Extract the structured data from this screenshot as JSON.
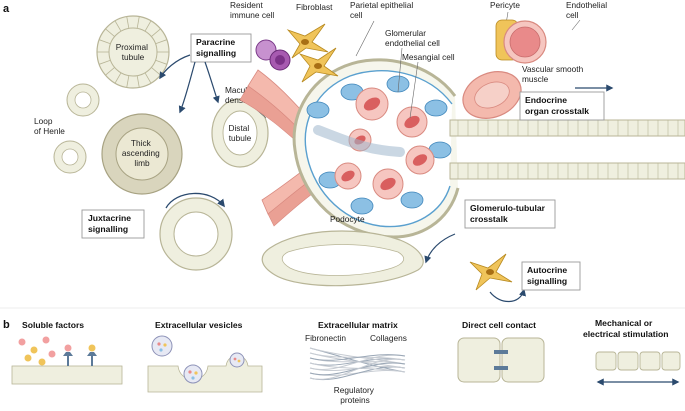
{
  "panels": {
    "a": "a",
    "b": "b"
  },
  "labels": {
    "proximal_tubule": [
      "Proximal",
      "tubule"
    ],
    "loop_of_henle": [
      "Loop",
      "of Henle"
    ],
    "thick_ascending_limb": [
      "Thick",
      "ascending",
      "limb"
    ],
    "distal_tubule": [
      "Distal",
      "tubule"
    ],
    "macula_densa": [
      "Macula",
      "densa"
    ],
    "resident_immune_cell": [
      "Resident",
      "immune cell"
    ],
    "fibroblast": "Fibroblast",
    "parietal_epithelial_cell": [
      "Parietal epithelial",
      "cell"
    ],
    "glomerular_endothelial_cell": [
      "Glomerular",
      "endothelial cell"
    ],
    "mesangial_cell": "Mesangial cell",
    "pericyte": "Pericyte",
    "endothelial_cell": [
      "Endothelial",
      "cell"
    ],
    "vascular_smooth_muscle": [
      "Vascular smooth",
      "muscle"
    ],
    "podocyte": "Podocyte"
  },
  "signalling": {
    "paracrine": [
      "Paracrine",
      "signalling"
    ],
    "juxtacrine": [
      "Juxtacrine",
      "signalling"
    ],
    "endocrine": [
      "Endocrine",
      "organ crosstalk"
    ],
    "glomerulo_tubular": [
      "Glomerulo-tubular",
      "crosstalk"
    ],
    "autocrine": [
      "Autocrine",
      "signalling"
    ]
  },
  "panel_b": {
    "soluble_factors": "Soluble factors",
    "extracellular_vesicles": "Extracellular vesicles",
    "extracellular_matrix": "Extracellular matrix",
    "fibronectin": "Fibronectin",
    "collagens": "Collagens",
    "regulatory_proteins": [
      "Regulatory",
      "proteins"
    ],
    "direct_cell_contact": "Direct cell contact",
    "mechanical": [
      "Mechanical or",
      "electrical stimulation"
    ]
  },
  "colors": {
    "tubule_fill": "#efefdf",
    "tubule_stroke": "#b8b597",
    "thick_limb_fill": "#d9d5bd",
    "capsule": "#5aa0cf",
    "podocyte": "#8cc0e4",
    "endothelial": "#e98a8a",
    "endothelial_light": "#f6c6c0",
    "fibroblast": "#f0c45a",
    "immune": "#a75ab0",
    "arrow": "#2b4a6e"
  }
}
